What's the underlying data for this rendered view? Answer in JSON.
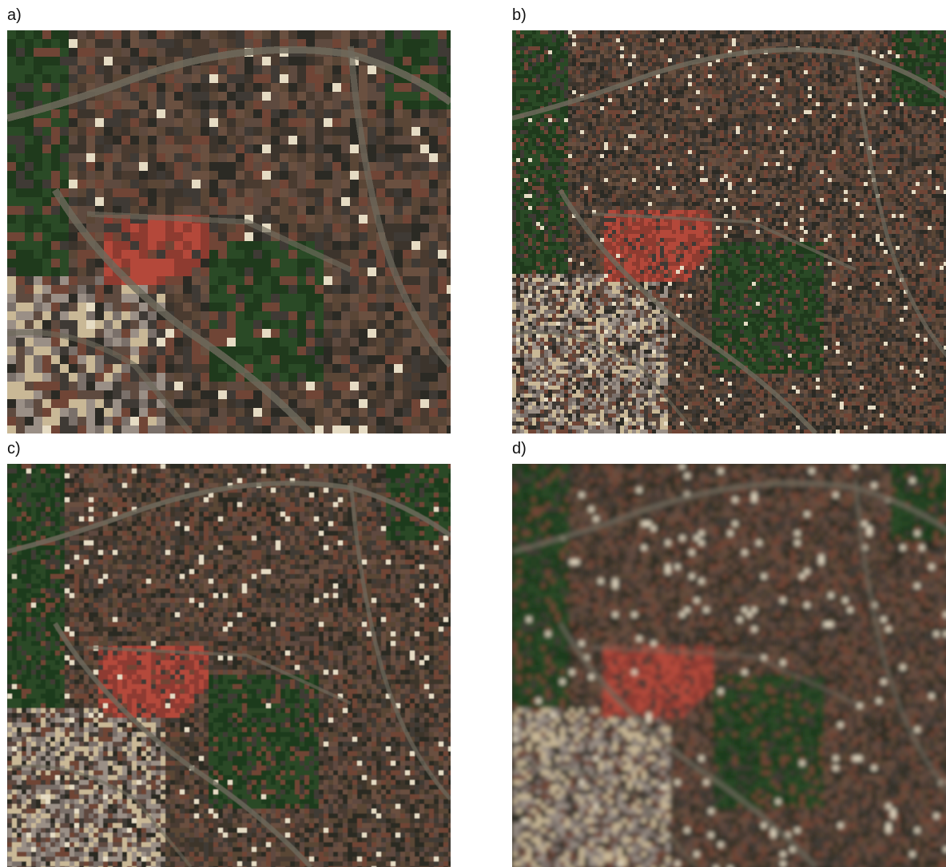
{
  "panels": [
    {
      "label": "a)",
      "style": "pixelated"
    },
    {
      "label": "b)",
      "style": "sharp"
    },
    {
      "label": "c)",
      "style": "medium"
    },
    {
      "label": "d)",
      "style": "blurred"
    }
  ],
  "colors": {
    "urban": "#4a3b30",
    "roofs_red": "#b4483a",
    "vegetation": "#1f3a1c",
    "roads": "#6e6a5c",
    "bright_buildings": "#c9b896"
  }
}
